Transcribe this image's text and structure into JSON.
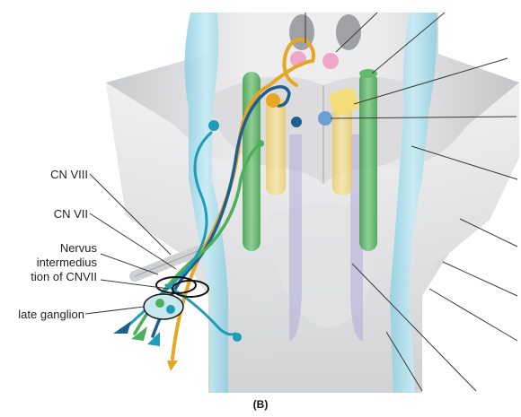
{
  "labels": {
    "cn8": "CN VIII",
    "cn7": "CN VII",
    "nervus_intermedius_line1": "Nervus",
    "nervus_intermedius_line2": "intermedius",
    "nervus_intermedius_line3": "tion of CNVII",
    "ganglion": "late ganglion"
  },
  "caption": "(B)",
  "colors": {
    "brainstem": "#d9dadb",
    "tract_blue": "#9fd6e6",
    "nerve_orange": "#e6a823",
    "nerve_green": "#4caf5a",
    "nerve_teal": "#1e9db8",
    "nerve_darkblue": "#1f5f8f",
    "nucleus_pink": "#f0a6c8",
    "nucleus_yellow": "#f5dc7a",
    "lemniscus_purple": "#a69bd1"
  }
}
